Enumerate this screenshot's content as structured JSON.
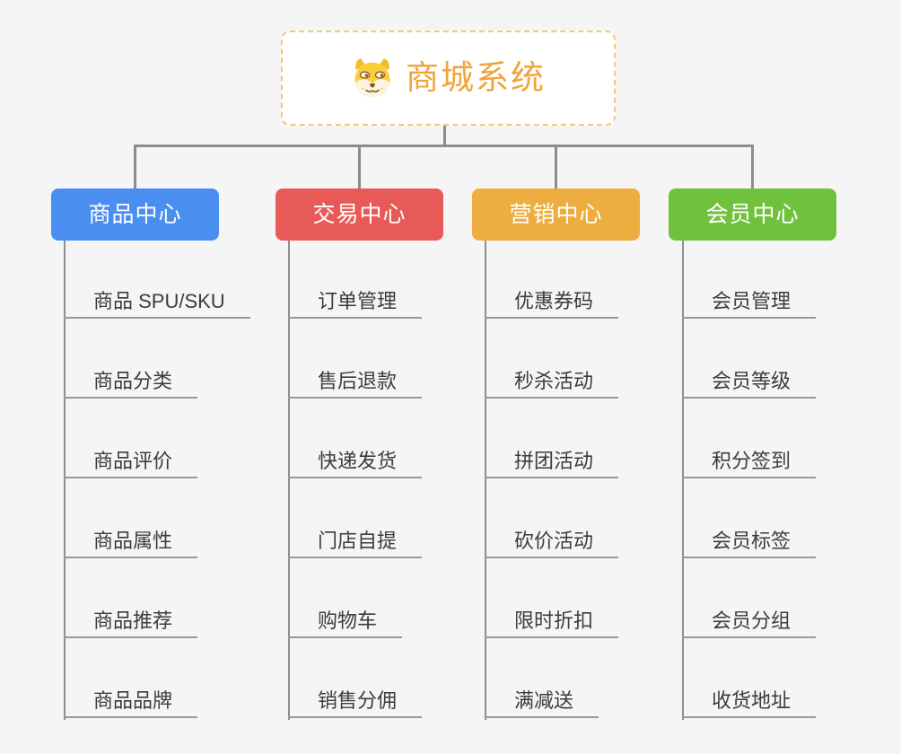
{
  "root": {
    "title": "商城系统",
    "icon": "dog-face-icon",
    "accent_color": "#f0a53b",
    "border_color": "#f4c878"
  },
  "connector_color": "#8c8c8c",
  "branches": [
    {
      "label": "商品中心",
      "color": "#4a8fef",
      "items": [
        "商品 SPU/SKU",
        "商品分类",
        "商品评价",
        "商品属性",
        "商品推荐",
        "商品品牌"
      ]
    },
    {
      "label": "交易中心",
      "color": "#e85a57",
      "items": [
        "订单管理",
        "售后退款",
        "快递发货",
        "门店自提",
        "购物车",
        "销售分佣"
      ]
    },
    {
      "label": "营销中心",
      "color": "#eead40",
      "items": [
        "优惠券码",
        "秒杀活动",
        "拼团活动",
        "砍价活动",
        "限时折扣",
        "满减送"
      ]
    },
    {
      "label": "会员中心",
      "color": "#6fc13e",
      "items": [
        "会员管理",
        "会员等级",
        "积分签到",
        "会员标签",
        "会员分组",
        "收货地址"
      ]
    }
  ]
}
